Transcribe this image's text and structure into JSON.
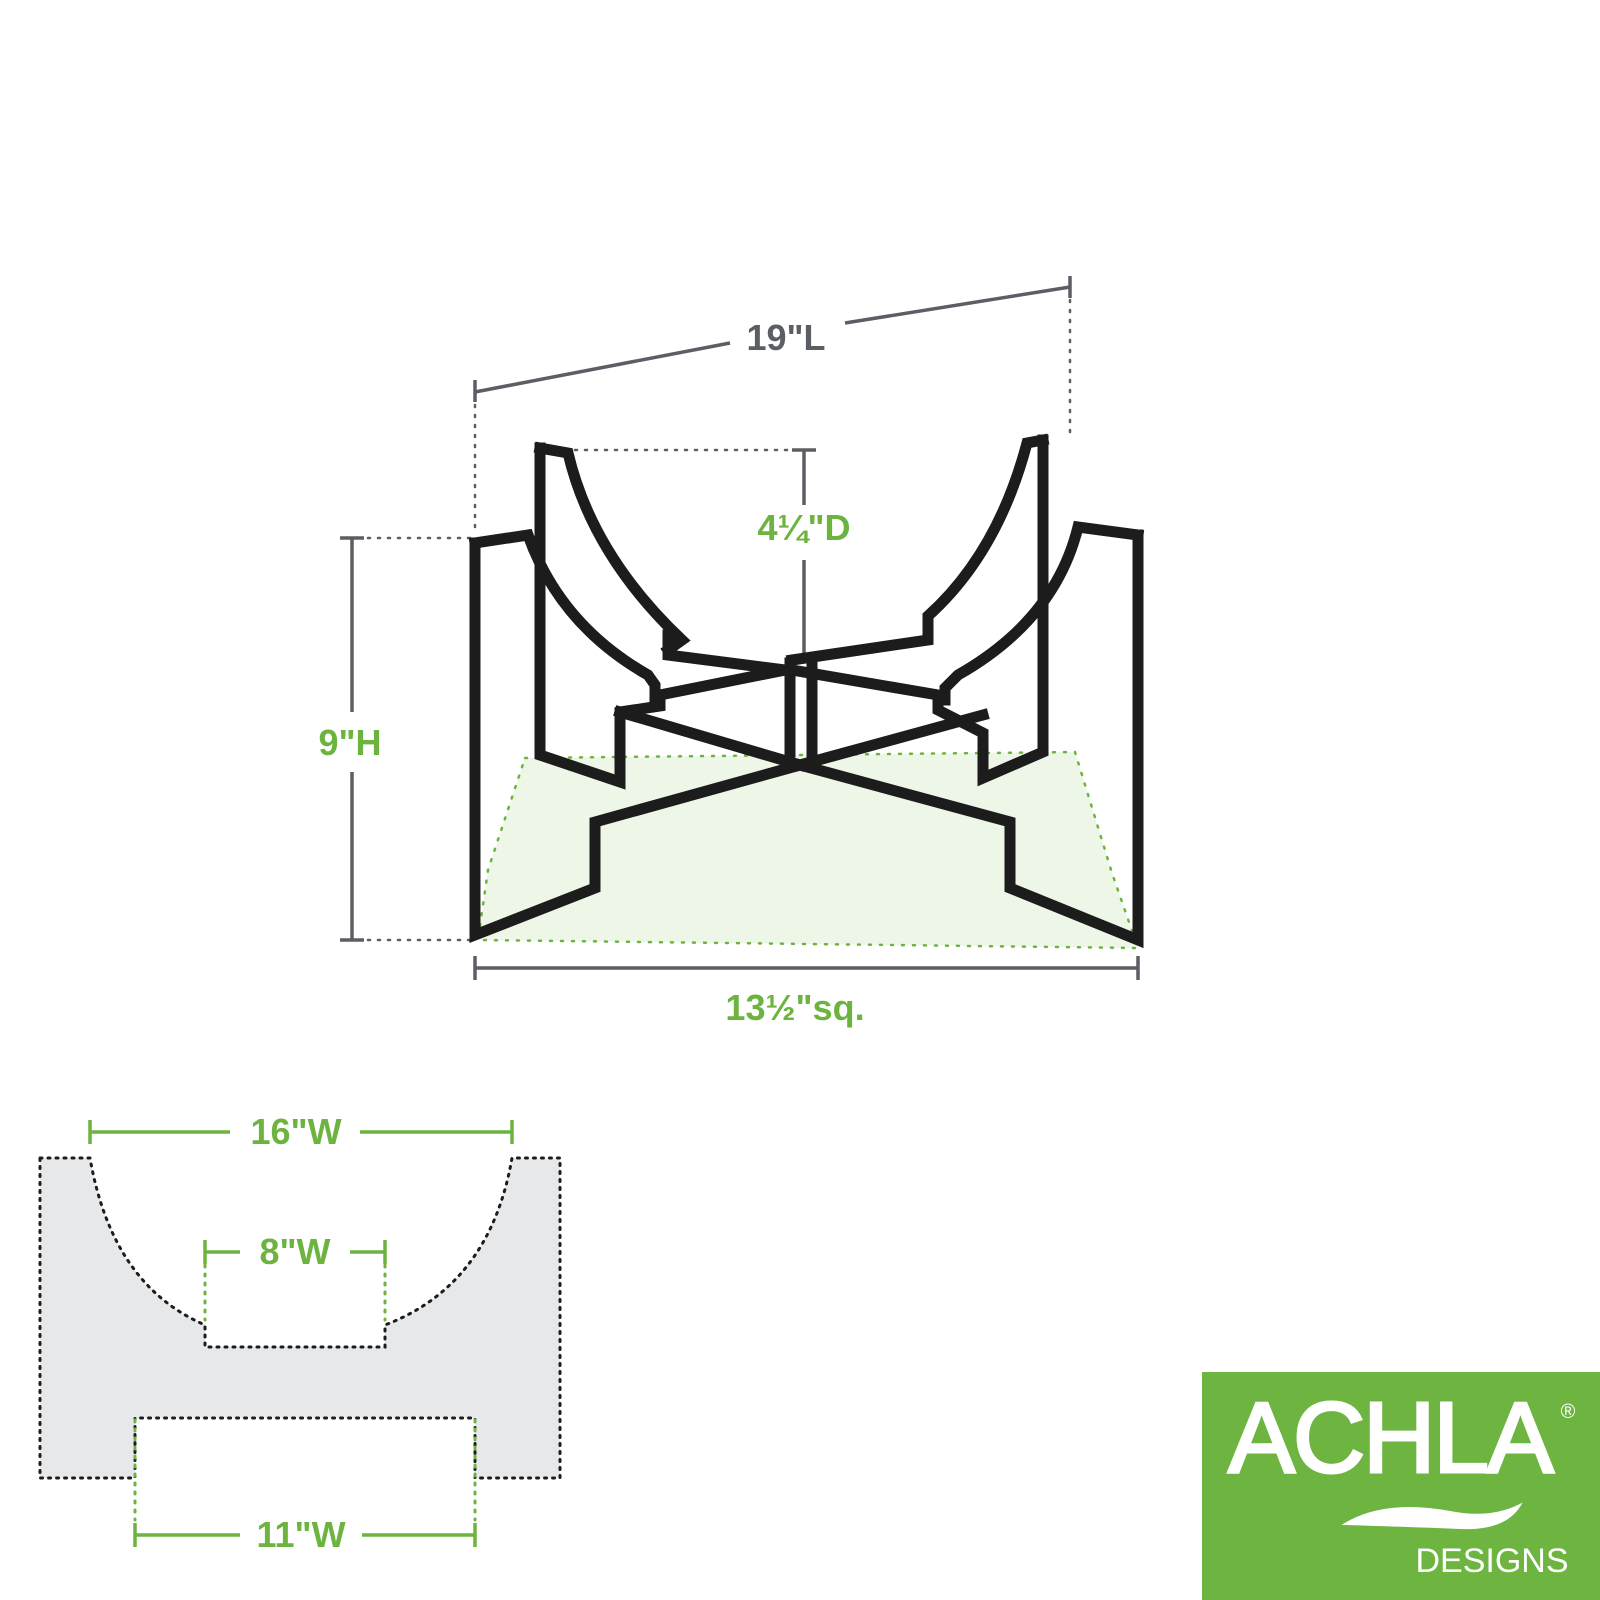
{
  "stand": {
    "length_label": "19\"L",
    "depth_label": "4¼\"D",
    "height_label": "9\"H",
    "base_label": "13½\"sq."
  },
  "cross_section": {
    "top_width_label": "16\"W",
    "bowl_bottom_label": "8\"W",
    "foot_width_label": "11\"W"
  },
  "logo": {
    "brand": "ACHLA",
    "registered": "®",
    "sub": "DESIGNS"
  },
  "colors": {
    "accent_green": "#6cb33f",
    "dim_gray": "#5b5e64",
    "frame_black": "#1c1c1c",
    "base_fill": "#eef6e8",
    "section_fill": "#e7e8ea",
    "logo_bg": "#6db440"
  }
}
